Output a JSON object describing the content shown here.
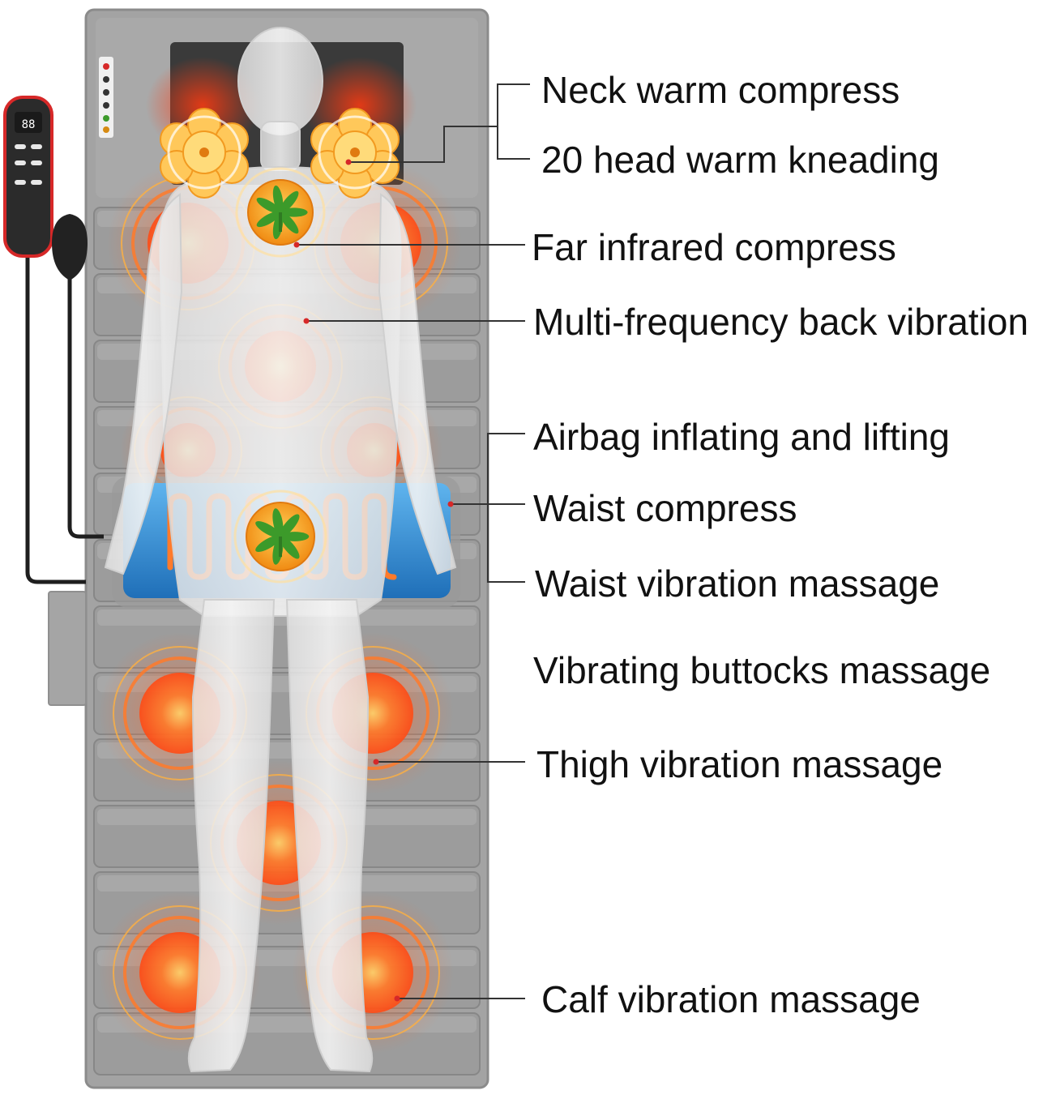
{
  "remote": {
    "display": "88",
    "icon": "remote-control-icon"
  },
  "colors": {
    "mat": "#9a9a9a",
    "mat_dark": "#7e7e7e",
    "heat": "#ff5a1f",
    "heat_glow": "#ffb040",
    "waist_pad": "#2f8fd6",
    "body": "#dcdcdc",
    "herb": "#3c9a2a",
    "callout_line": "#333333",
    "remote": "#2b2b2b",
    "remote_accent": "#d62828"
  },
  "labels": [
    {
      "id": "neck",
      "text": "Neck warm compress"
    },
    {
      "id": "head",
      "text": "20 head warm kneading"
    },
    {
      "id": "infrared",
      "text": "Far infrared compress"
    },
    {
      "id": "back",
      "text": "Multi-frequency back vibration"
    },
    {
      "id": "airbag",
      "text": "Airbag inflating and lifting"
    },
    {
      "id": "waist-compress",
      "text": "Waist compress"
    },
    {
      "id": "waist-vibration",
      "text": "Waist vibration massage"
    },
    {
      "id": "buttocks",
      "text": "Vibrating buttocks massage"
    },
    {
      "id": "thigh",
      "text": "Thigh vibration massage"
    },
    {
      "id": "calf",
      "text": "Calf vibration massage"
    }
  ]
}
